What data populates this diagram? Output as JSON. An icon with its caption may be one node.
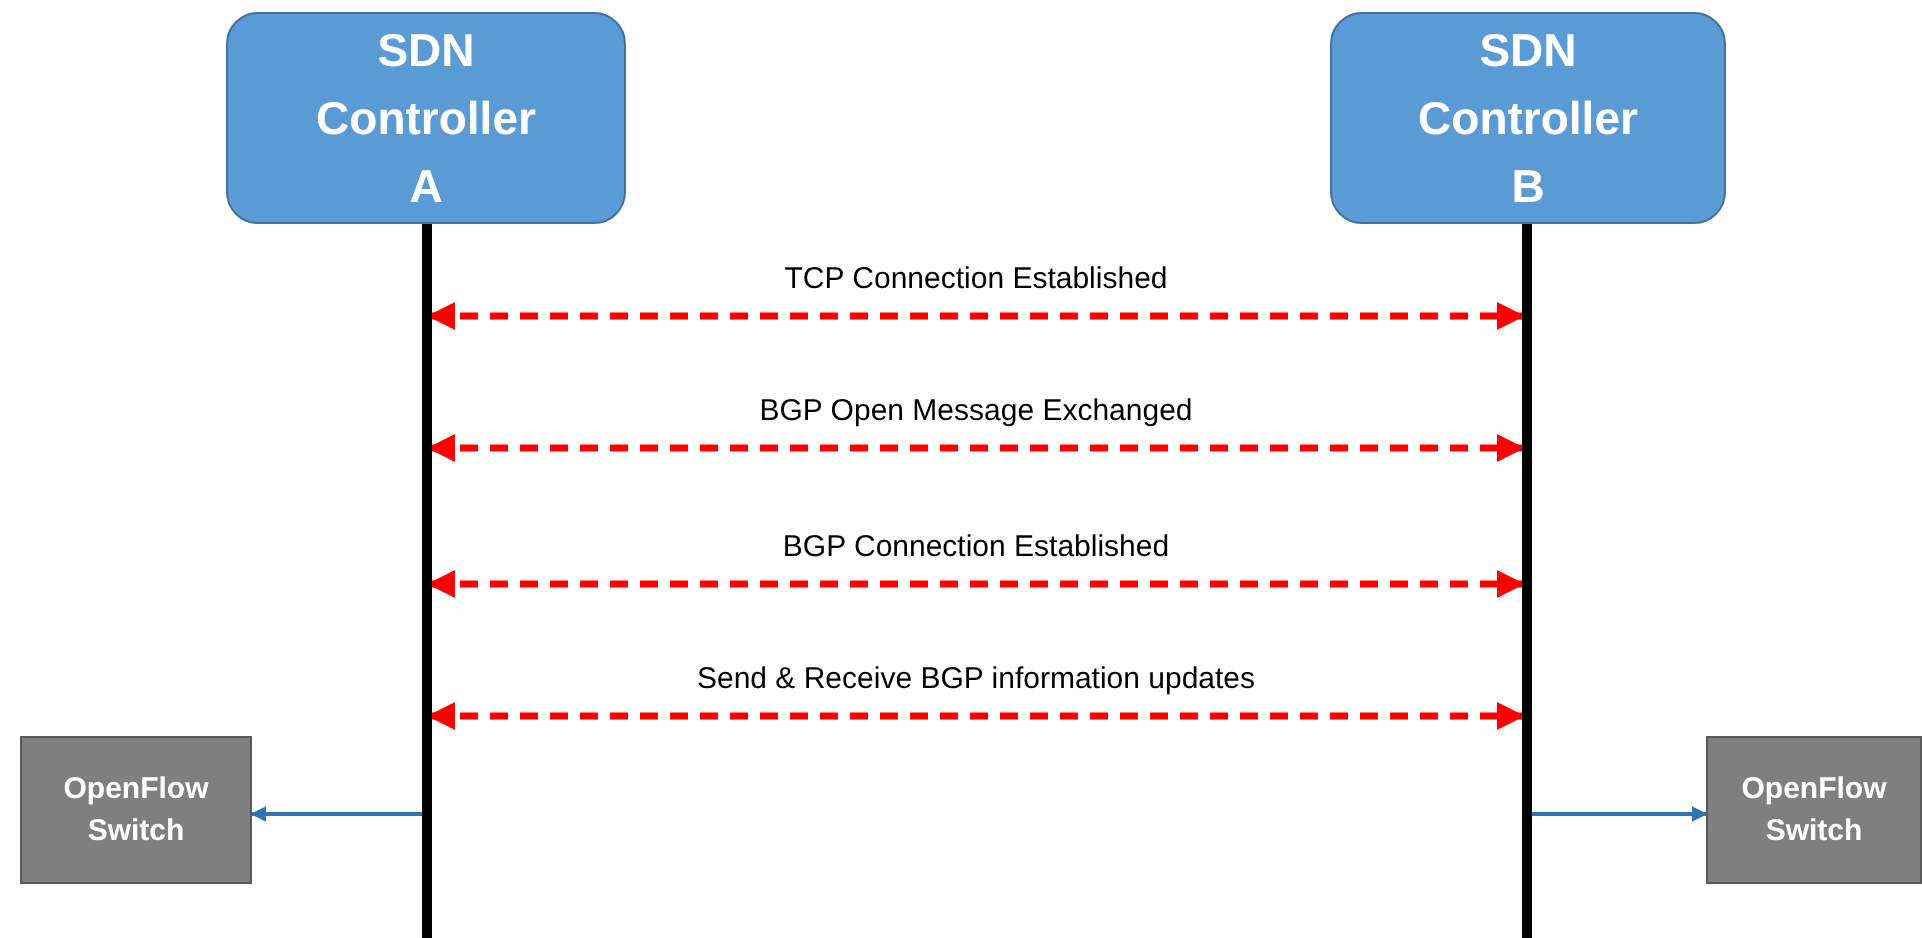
{
  "diagram": {
    "nodes": [
      {
        "text": [
          "SDN Controller A"
        ]
      },
      {
        "text": [
          "SDN Controller B"
        ]
      },
      {
        "text": [
          "OpenFlow Switch"
        ]
      },
      {
        "text": [
          "OpenFlow Switch"
        ]
      }
    ],
    "edges": [
      {
        "from": 0,
        "to": 1,
        "arrow": "both",
        "label": "TCP Connection Established",
        "style": "dashed"
      },
      {
        "from": 0,
        "to": 1,
        "arrow": "both",
        "label": "BGP Open Message Exchanged",
        "style": "dashed"
      },
      {
        "from": 0,
        "to": 1,
        "arrow": "both",
        "label": "BGP Connection Established",
        "style": "dashed"
      },
      {
        "from": 0,
        "to": 1,
        "arrow": "both",
        "label": "Send & Receive BGP information updates",
        "style": "dashed"
      },
      {
        "from": 0,
        "to": 2,
        "arrow": "to",
        "color": "#2e75b6"
      },
      {
        "from": 1,
        "to": 3,
        "arrow": "to",
        "color": "#2e75b6"
      }
    ]
  }
}
